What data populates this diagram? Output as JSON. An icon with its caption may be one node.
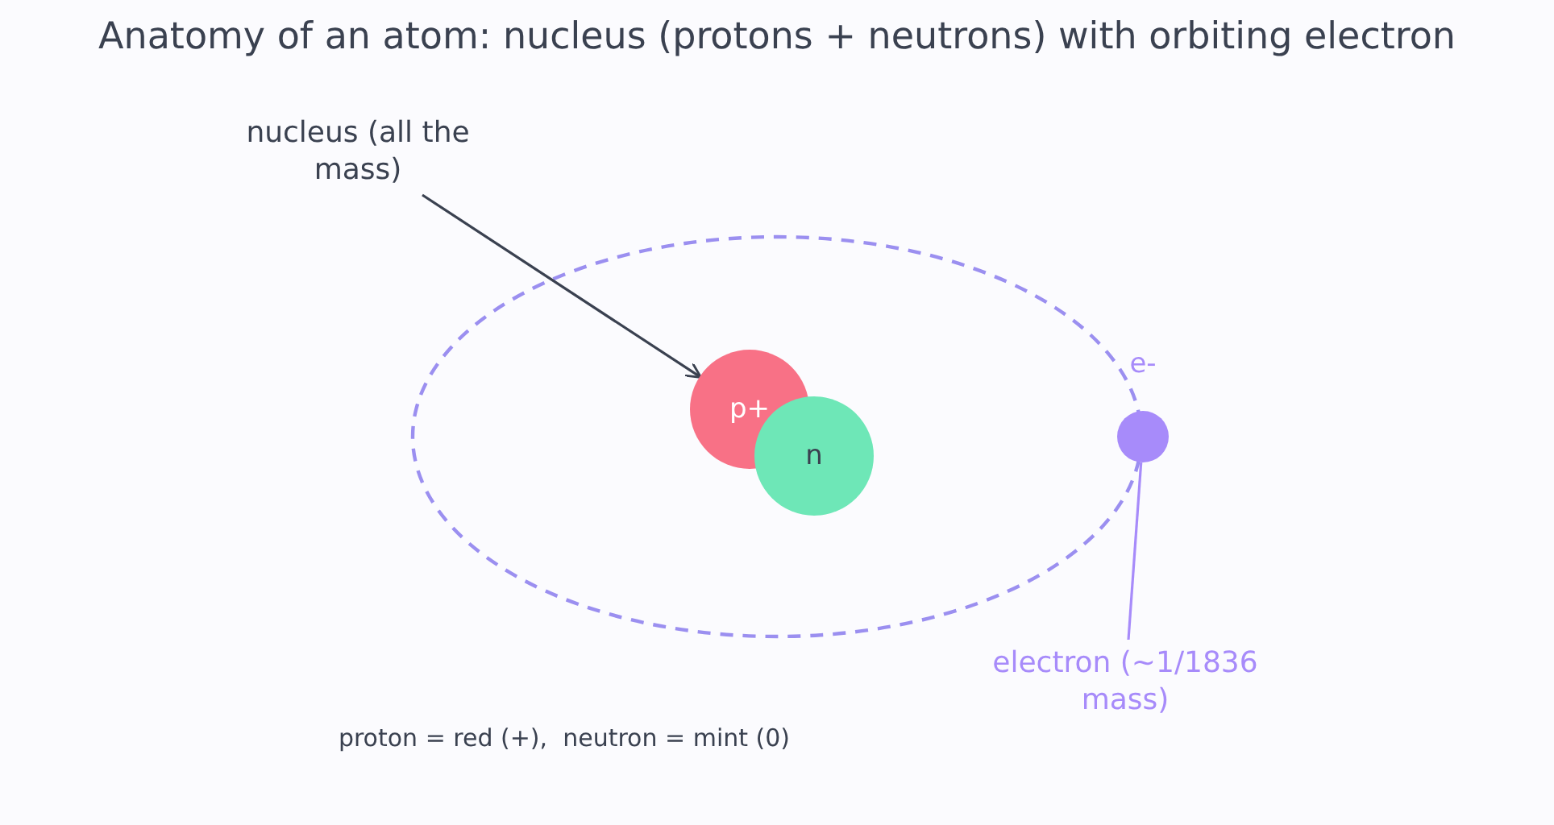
{
  "diagram": {
    "title": "Anatomy of an atom: nucleus (protons + neutrons) with orbiting electron",
    "nodes": [
      {
        "text": [
          "nucleus (all the mass)"
        ]
      },
      {
        "text": [
          "p+"
        ]
      },
      {
        "text": [
          "n"
        ]
      },
      {
        "text": [],
        "shape": "circle",
        "beside": [
          "e-"
        ]
      },
      {
        "text": [
          "electron (~1/1836 mass)"
        ]
      }
    ],
    "edges": [
      {
        "from": 0,
        "to": 1,
        "arrow": "to"
      },
      {
        "from": 4,
        "to": 3,
        "arrow": "none",
        "color": "#a78bfa"
      }
    ],
    "labels": [
      "proton = red (+),  neutron = mint (0)"
    ]
  }
}
